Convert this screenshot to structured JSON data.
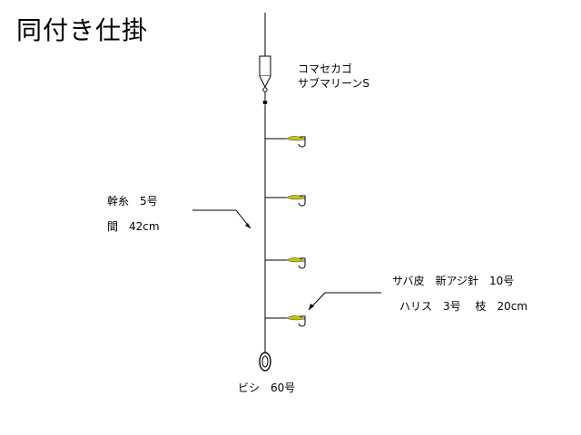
{
  "title": "同付き仕掛",
  "feeder": {
    "line1": "コマセカゴ",
    "line2": "サブマリーンS"
  },
  "mainline": {
    "line1": "幹糸　5号",
    "line2": "間　42cm"
  },
  "hook": {
    "line1": "サバ皮　新アジ針　10号",
    "line2": "ハリス　3号　 枝　20cm"
  },
  "sinker": {
    "label": "ビシ　60号"
  },
  "hook_count": 4,
  "colors": {
    "line": "#000000",
    "bait": "#c8c400"
  }
}
